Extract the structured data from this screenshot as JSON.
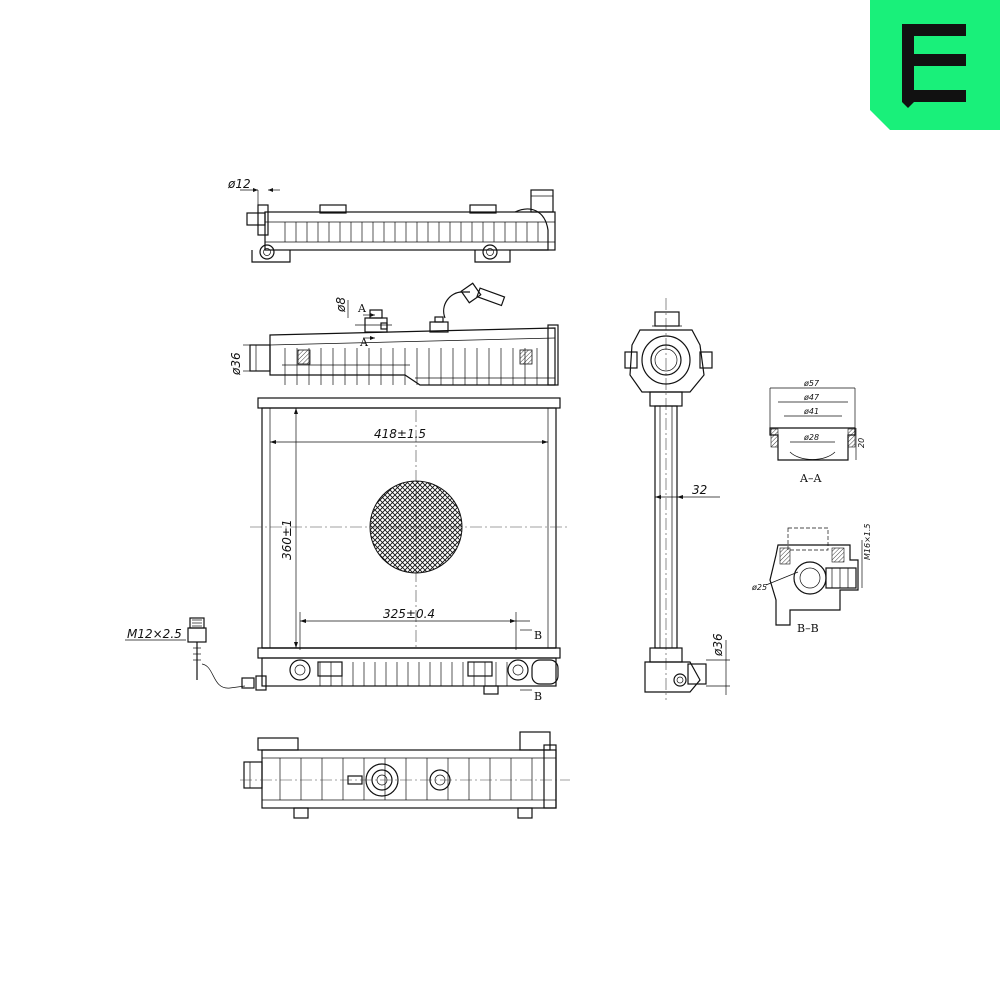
{
  "brand": {
    "logo_letter": "E",
    "color": "#19F07A"
  },
  "dimensions": {
    "top_inlet": "ø12",
    "sensor_hole": "ø8",
    "side_inlet": "ø36",
    "width": "418±1.5",
    "height": "360±1",
    "core_width": "325±0.4",
    "drain_thread": "M12×2.5",
    "core_depth": "32",
    "side_outlet": "ø36",
    "aa_outer": "ø57",
    "aa_mid": "ø47",
    "aa_inner": "ø41",
    "aa_bore": "ø28",
    "aa_height": "20",
    "bb_thread": "M16×1.5",
    "bb_bore": "ø25"
  },
  "sections": {
    "a_letter": "A",
    "b_letter": "B",
    "aa_label": "A–A",
    "bb_label": "B–B"
  }
}
